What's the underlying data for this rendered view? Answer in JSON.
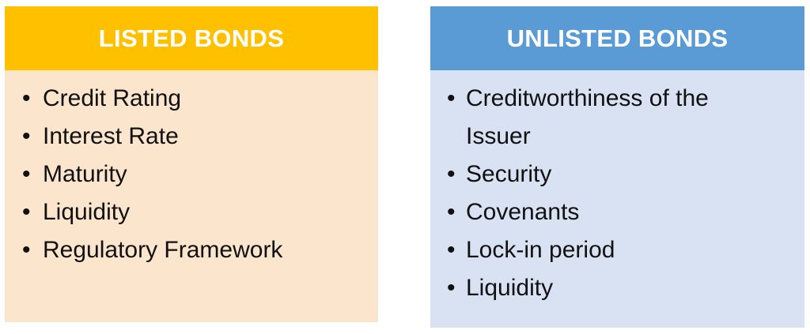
{
  "document": {
    "title": "Listed Bonds vs Unlisted Bonds comparison",
    "background_color": "#FFFFFF"
  },
  "panels": [
    {
      "id": "listed-bonds",
      "header": "LISTED BONDS",
      "header_color": "#FFC000",
      "body_color": "#FBE5CD",
      "header_text_color": "#FFFFFF",
      "body_text_color": "#111111",
      "bullet_glyph": "•",
      "items": [
        "Credit Rating",
        "Interest Rate",
        "Maturity",
        "Liquidity",
        "Regulatory Framework"
      ]
    },
    {
      "id": "unlisted-bonds",
      "header": "UNLISTED BONDS",
      "header_color": "#5B9BD5",
      "body_color": "#D9E2F3",
      "header_text_color": "#FFFFFF",
      "body_text_color": "#111111",
      "bullet_glyph": "•",
      "items": [
        "Creditworthiness of the Issuer",
        "Security",
        "Covenants",
        "Lock-in period",
        "Liquidity"
      ]
    }
  ]
}
